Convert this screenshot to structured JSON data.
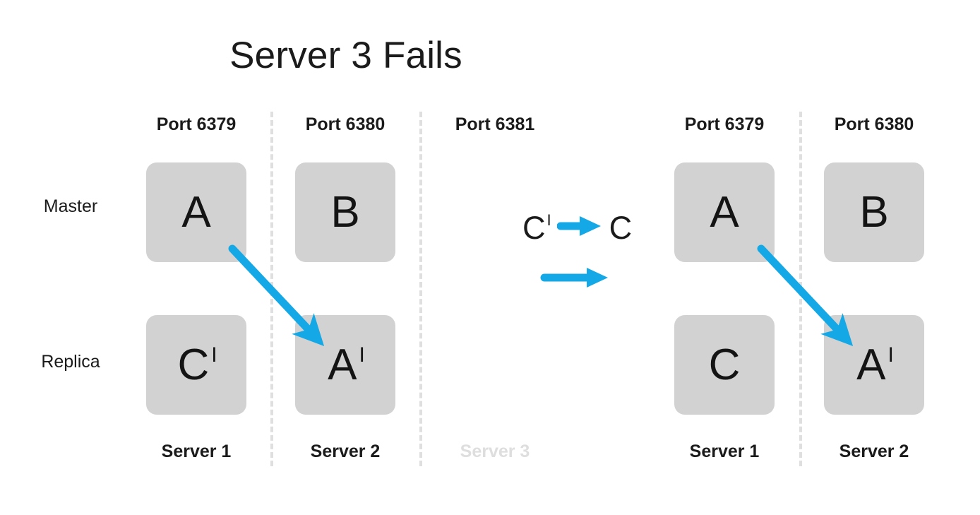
{
  "title": "Server 3 Fails",
  "colors": {
    "arrow": "#14A9E6",
    "node_fill": "#d2d2d2",
    "text": "#1b1b1b",
    "dim_text": "#dedede",
    "divider": "#dfdfdf",
    "background": "#ffffff"
  },
  "row_labels": {
    "master": "Master",
    "replica": "Replica"
  },
  "before": {
    "columns": [
      {
        "port": "Port 6379",
        "server": "Server 1",
        "failed": false,
        "master": {
          "letter": "A",
          "prime": ""
        },
        "replica": {
          "letter": "C",
          "prime": "I"
        }
      },
      {
        "port": "Port 6380",
        "server": "Server 2",
        "failed": false,
        "master": {
          "letter": "B",
          "prime": ""
        },
        "replica": {
          "letter": "A",
          "prime": "I"
        }
      },
      {
        "port": "Port 6381",
        "server": "Server 3",
        "failed": true,
        "master": null,
        "replica": null
      }
    ]
  },
  "transform": {
    "top": {
      "from_letter": "C",
      "from_prime": "I",
      "arrow": "arrow-right-icon",
      "to_letter": "C",
      "to_prime": ""
    },
    "bottom": {
      "arrow": "arrow-right-icon"
    }
  },
  "after": {
    "columns": [
      {
        "port": "Port 6379",
        "server": "Server 1",
        "failed": false,
        "master": {
          "letter": "A",
          "prime": ""
        },
        "replica": {
          "letter": "C",
          "prime": ""
        }
      },
      {
        "port": "Port 6380",
        "server": "Server 2",
        "failed": false,
        "master": {
          "letter": "B",
          "prime": ""
        },
        "replica": {
          "letter": "A",
          "prime": "I"
        }
      }
    ]
  },
  "replication_arrows": [
    {
      "name": "replication-arrow-before",
      "from": "A (Server 1 master)",
      "to": "A' (Server 2 replica)"
    },
    {
      "name": "replication-arrow-after",
      "from": "A (Server 1 master)",
      "to": "A' (Server 2 replica)"
    }
  ]
}
